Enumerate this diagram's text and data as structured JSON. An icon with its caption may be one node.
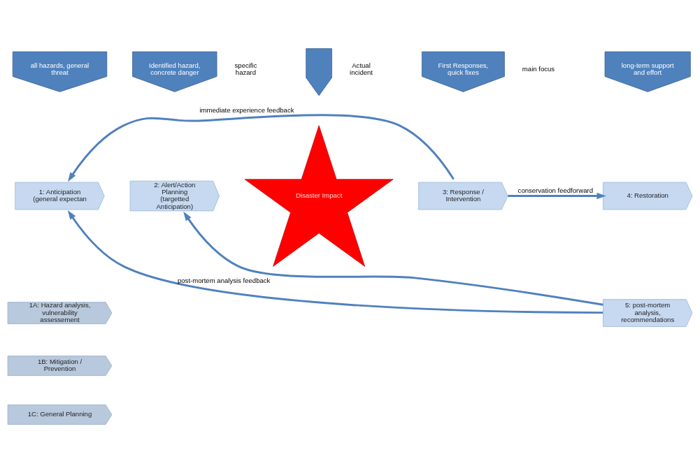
{
  "diagram": {
    "nodes": [
      {
        "text": [
          "all hazards, general threat"
        ]
      },
      {
        "text": [
          "Identified hazard, concrete danger"
        ],
        "beside": [
          "specific hazard"
        ]
      },
      {
        "text": [],
        "shape": "arrow",
        "beside": [
          "Actual incident"
        ]
      },
      {
        "text": [
          "First Responses, quick fixes"
        ]
      },
      {
        "text": [
          "long-term support and effort"
        ]
      },
      {
        "text": [
          "1: Anticipation",
          "(general expectan"
        ]
      },
      {
        "text": [
          "2: Alert/Action Planning",
          "(targetted Anticipation)"
        ]
      },
      {
        "text": [
          "Disaster Impact"
        ]
      },
      {
        "text": [
          "3: Response / Intervention"
        ]
      },
      {
        "text": [
          "4: Restoration"
        ]
      },
      {
        "text": [
          "5: post-mortem analysis, recommendations"
        ]
      },
      {
        "text": [
          "1A: Hazard analysis, vulnerability assessement"
        ]
      },
      {
        "text": [
          "1B: Mitigation / Prevention"
        ]
      },
      {
        "text": [
          "1C: General Planning"
        ]
      }
    ],
    "edges": [
      {
        "from": 8,
        "to": 5,
        "arrow": "to",
        "label": "immediate experience feedback"
      },
      {
        "from": 8,
        "to": 9,
        "arrow": "to",
        "label": "conservation feedforward"
      },
      {
        "from": 10,
        "to": 6,
        "arrow": "to"
      },
      {
        "from": 10,
        "to": 5,
        "arrow": "to",
        "label": "post-mortem analysis feedback"
      }
    ],
    "labels": [
      "main focus"
    ]
  }
}
